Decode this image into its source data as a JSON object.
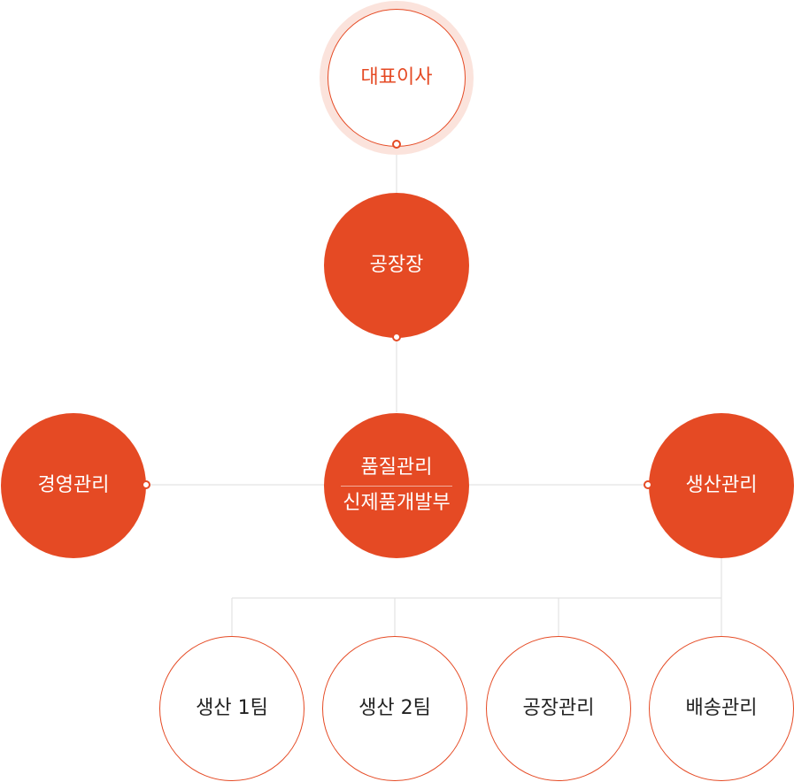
{
  "org": {
    "ceo": "대표이사",
    "plant_manager": "공장장",
    "management": "경영관리",
    "quality": {
      "line1": "품질관리",
      "line2": "신제품개발부"
    },
    "production": "생산관리",
    "teams": [
      "생산 1팀",
      "생산 2팀",
      "공장관리",
      "배송관리"
    ]
  },
  "colors": {
    "accent": "#e54a24",
    "ring": "#fbe3dc",
    "line": "#dddddd",
    "text": "#222222"
  }
}
